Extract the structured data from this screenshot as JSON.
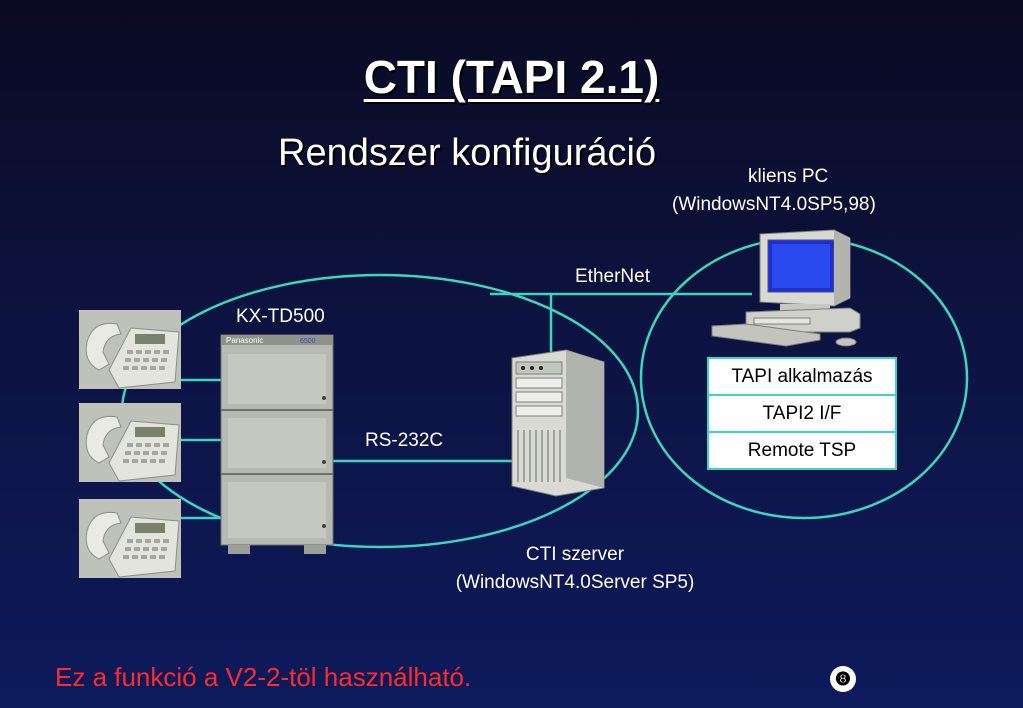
{
  "slide": {
    "title": "CTI (TAPI 2.1)",
    "subtitle": "Rendszer konfiguráció",
    "footer_note": "Ez a funkció a V2-2-töl használható.",
    "page_number": "❽"
  },
  "diagram": {
    "pbx_label": "KX-TD500",
    "pbx_brand": "Panasonic",
    "pbx_model": "6500",
    "network_label": "EtherNet",
    "serial_label": "RS-232C",
    "server_label_line1": "CTI szerver",
    "server_label_line2": "(WindowsNT4.0Server SP5)",
    "client_label_line1": "kliens PC",
    "client_label_line2": "(WindowsNT4.0SP5,98)",
    "software_stack": [
      "TAPI alkalmazás",
      "TAPI2 I/F",
      "Remote TSP"
    ]
  },
  "colors": {
    "connector": "#3ad6c0",
    "footer_text": "#ff2a2a",
    "background": "#0d1340"
  }
}
